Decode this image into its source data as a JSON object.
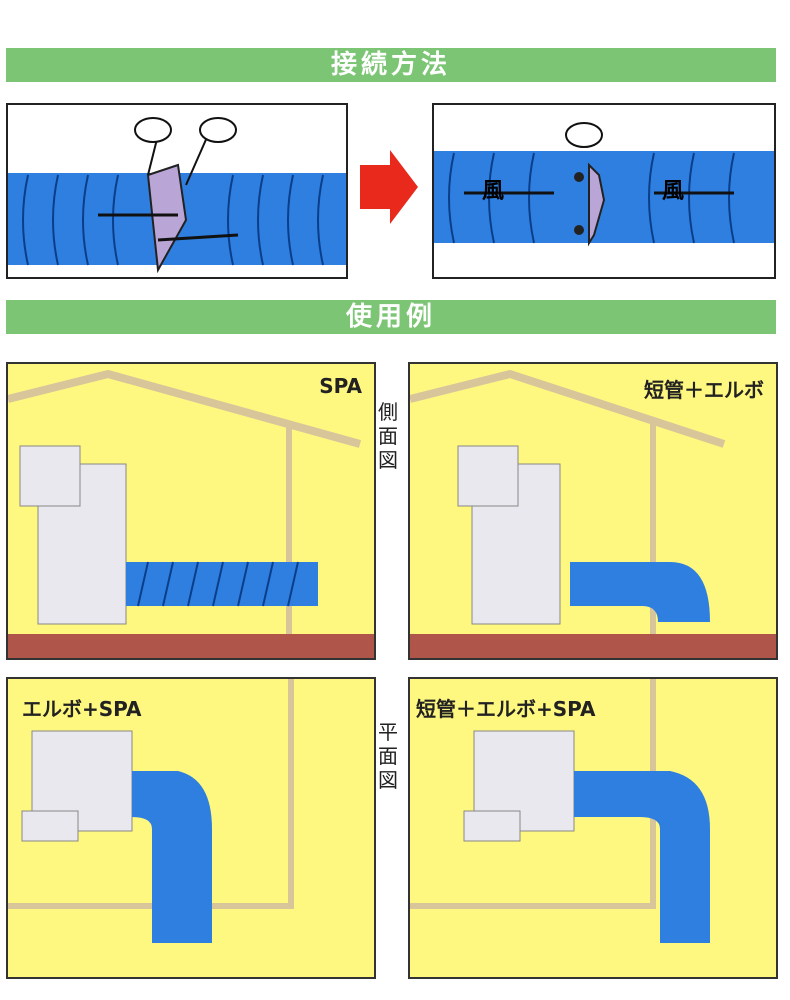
{
  "sections": {
    "connection_title": "接続方法",
    "usage_title": "使用例"
  },
  "connection": {
    "wind_label_1": "風",
    "wind_label_2": "風"
  },
  "side_view_label": [
    "側",
    "面",
    "図"
  ],
  "plan_view_label": [
    "平",
    "面",
    "図"
  ],
  "panels": {
    "side_spa": "SPA",
    "side_short_elbow": "短管＋エルボ",
    "plan_elbow_spa": "エルボ+SPA",
    "plan_short_elbow_spa": "短管＋エルボ+SPA"
  },
  "colors": {
    "banner": "#7cc574",
    "duct": "#2f7fe0",
    "panel": "#fff880",
    "floor": "#b0554a",
    "arrow": "#e8291c"
  }
}
